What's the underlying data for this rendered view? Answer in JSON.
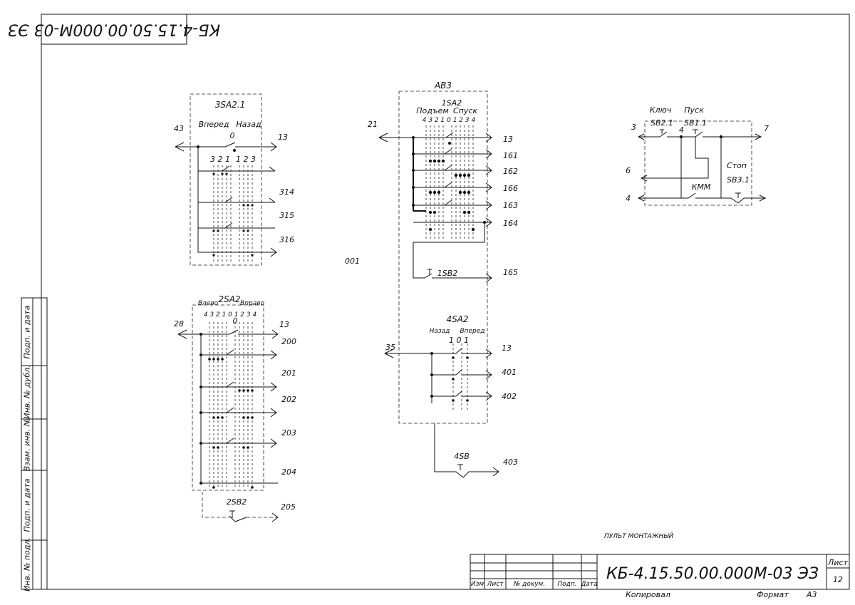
{
  "stamp": {
    "rotated_code": "КБ-4.15.50.00.000М-03 ЭЗ",
    "title_code": "КБ-4.15.50.00.000М-03 ЭЗ",
    "sheet_label": "Лист",
    "sheet_number": "12",
    "copied_label": "Копировал",
    "format_label": "Формат",
    "format_value": "А3",
    "col_labels": [
      "Изм",
      "Лист",
      "№ докум.",
      "Подп.",
      "Дата"
    ],
    "side_labels": [
      "Подп. и дата",
      "Инв. № дубл.",
      "Взам. инв. №",
      "Подп. и дата",
      "Инв. № подл."
    ]
  },
  "caption": "ПУЛЬТ МОНТАЖНЫЙ",
  "block_3sa21": {
    "name": "3SA2.1",
    "left_label": "Вперед",
    "right_label": "Назад",
    "zero": "0",
    "positions_left": "3 2 1",
    "positions_right": "1 2 3",
    "input_wire": "43",
    "outputs": [
      "13",
      "314",
      "315",
      "316"
    ]
  },
  "block_2sa2": {
    "name": "2SA2",
    "left_label": "Влево",
    "right_label": "Вправо",
    "positions": "4 3 2 1 0 1 2 3 4",
    "zero": "0",
    "input_wire": "28",
    "outputs": [
      "13",
      "200",
      "201",
      "202",
      "203",
      "204"
    ],
    "button": "2SB2",
    "button_wire": "205"
  },
  "block_1sa2": {
    "panel": "АВ3",
    "name": "1SA2",
    "left_label": "Подъем",
    "right_label": "Спуск",
    "positions": "4 3 2 1 0 1 2 3 4",
    "input_wire": "21",
    "outputs": [
      "13",
      "161",
      "162",
      "166",
      "163",
      "164"
    ],
    "button": "1SB2",
    "button_wire": "165",
    "side_label": "001"
  },
  "block_4sa2": {
    "name": "4SA2",
    "left_label": "Назад",
    "right_label": "Вперед",
    "positions": "1 0 1",
    "input_wire": "35",
    "outputs": [
      "13",
      "401",
      "402"
    ],
    "button": "4SB",
    "button_wire": "403"
  },
  "block_keys": {
    "key_label": "Ключ",
    "key_name": "SB2.1",
    "start_label": "Пуск",
    "start_name": "SB1.1",
    "stop_label": "Стоп",
    "stop_name": "SB3.1",
    "relay": "КММ",
    "wires": [
      "3",
      "4",
      "7",
      "6",
      "4"
    ]
  }
}
